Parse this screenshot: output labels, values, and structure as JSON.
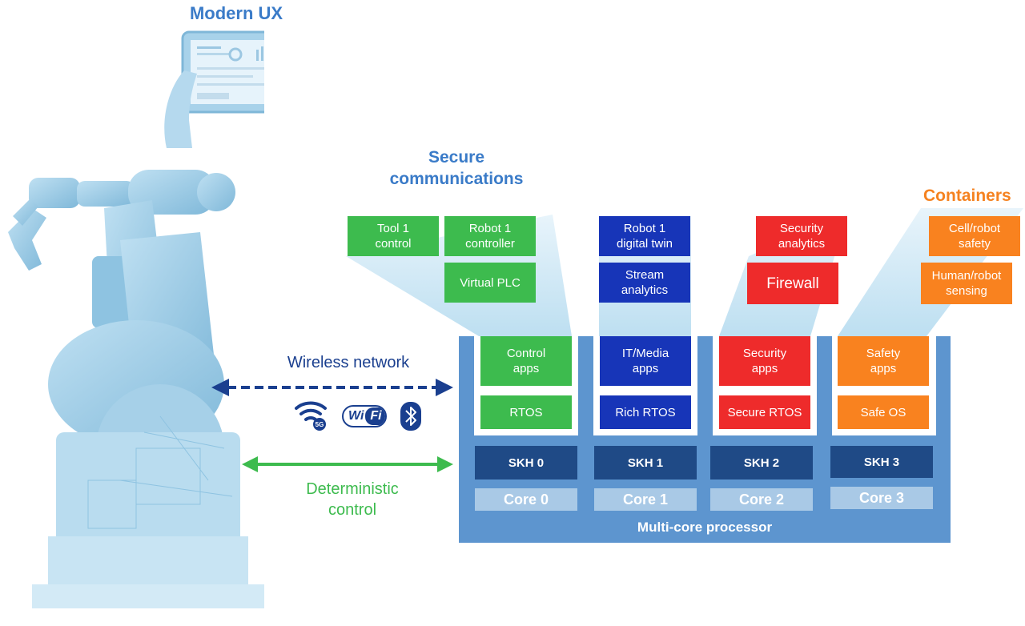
{
  "titles": {
    "modern_ux": "Modern UX",
    "secure_line1": "Secure",
    "secure_line2": "communications",
    "containers": "Containers"
  },
  "containers_top": {
    "tool1": [
      "Tool 1",
      "control"
    ],
    "robot1_ctrl": [
      "Robot 1",
      "controller"
    ],
    "virtual_plc": "Virtual PLC",
    "robot1_twin": [
      "Robot 1",
      "digital twin"
    ],
    "stream": [
      "Stream",
      "analytics"
    ],
    "sec_analytics": [
      "Security",
      "analytics"
    ],
    "firewall": "Firewall",
    "cell_safety": [
      "Cell/robot",
      "safety"
    ],
    "human_sensing": [
      "Human/robot",
      "sensing"
    ]
  },
  "columns": [
    {
      "apps": [
        "Control",
        "apps"
      ],
      "os": "RTOS",
      "skh": "SKH 0",
      "core": "Core 0",
      "color": "#3dbb4e"
    },
    {
      "apps": [
        "IT/Media",
        "apps"
      ],
      "os": "Rich RTOS",
      "skh": "SKH 1",
      "core": "Core 1",
      "color": "#1735b8"
    },
    {
      "apps": [
        "Security",
        "apps"
      ],
      "os": "Secure RTOS",
      "skh": "SKH 2",
      "core": "Core 2",
      "color": "#ee2b2b"
    },
    {
      "apps": [
        "Safety",
        "apps"
      ],
      "os": "Safe OS",
      "skh": "SKH 3",
      "core": "Core 3",
      "color": "#f9821f"
    }
  ],
  "processor_label": "Multi-core processor",
  "wireless": {
    "label": "Wireless network",
    "icons": [
      "5g-wifi-icon",
      "wifi-logo-icon",
      "bluetooth-icon"
    ],
    "five_g": "5G",
    "wifi_wi": "Wi",
    "wifi_fi": "Fi"
  },
  "deterministic": [
    "Deterministic",
    "control"
  ],
  "colors": {
    "title_blue": "#3a7bc8",
    "orange": "#f58220",
    "navy_arrow": "#1a3f8f",
    "green_arrow": "#3dbb4e",
    "processor": "#5d95cf"
  }
}
